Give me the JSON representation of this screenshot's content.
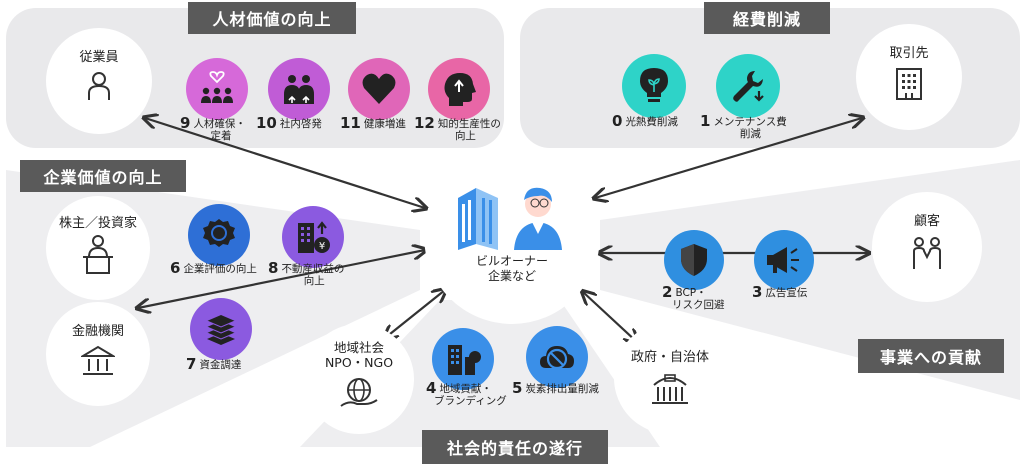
{
  "categories": {
    "hr": "人材価値の向上",
    "cost": "経費削減",
    "corp": "企業価値の向上",
    "biz": "事業への貢献",
    "social": "社会的責任の遂行"
  },
  "center": {
    "label_line1": "ビルオーナー",
    "label_line2": "企業など"
  },
  "stakeholders": {
    "employee": "従業員",
    "partner": "取引先",
    "shareholder": "株主／投資家",
    "bank": "金融機関",
    "customer": "顧客",
    "community_line1": "地域社会",
    "community_line2": "NPO・NGO",
    "government": "政府・自治体"
  },
  "items": {
    "i0": {
      "num": "0",
      "line1": "光熱費削減",
      "line2": "",
      "icon": "lightbulb-icon",
      "color": "#2ed3c8"
    },
    "i1": {
      "num": "1",
      "line1": "メンテナンス費",
      "line2": "削減",
      "icon": "wrench-icon",
      "color": "#2ed3c8"
    },
    "i2": {
      "num": "2",
      "line1": "BCP・",
      "line2": "リスク回避",
      "icon": "shield-icon",
      "color": "#2f8fe0"
    },
    "i3": {
      "num": "3",
      "line1": "広告宣伝",
      "line2": "",
      "icon": "megaphone-icon",
      "color": "#2f8fe0"
    },
    "i4": {
      "num": "4",
      "line1": "地域貢献・",
      "line2": "ブランディング",
      "icon": "buildings-icon",
      "color": "#3a8fe8"
    },
    "i5": {
      "num": "5",
      "line1": "炭素排出量削減",
      "line2": "",
      "icon": "no-co2-icon",
      "color": "#3a8fe8"
    },
    "i6": {
      "num": "6",
      "line1": "企業評価の向上",
      "line2": "",
      "icon": "award-icon",
      "color": "#2e6fd6"
    },
    "i7": {
      "num": "7",
      "line1": "資金調達",
      "line2": "",
      "icon": "money-stack-icon",
      "color": "#8b5ae0"
    },
    "i8": {
      "num": "8",
      "line1": "不動産収益の",
      "line2": "向上",
      "icon": "building-yen-icon",
      "color": "#8b5ae0"
    },
    "i9": {
      "num": "9",
      "line1": "人材確保・",
      "line2": "定着",
      "icon": "team-heart-icon",
      "color": "#d669d9"
    },
    "i10": {
      "num": "10",
      "line1": "社内啓発",
      "line2": "",
      "icon": "training-icon",
      "color": "#c05cd6"
    },
    "i11": {
      "num": "11",
      "line1": "健康増進",
      "line2": "",
      "icon": "heart-icon",
      "color": "#e066b8"
    },
    "i12": {
      "num": "12",
      "line1": "知的生産性の",
      "line2": "向上",
      "icon": "brain-head-icon",
      "color": "#e866a6"
    }
  }
}
